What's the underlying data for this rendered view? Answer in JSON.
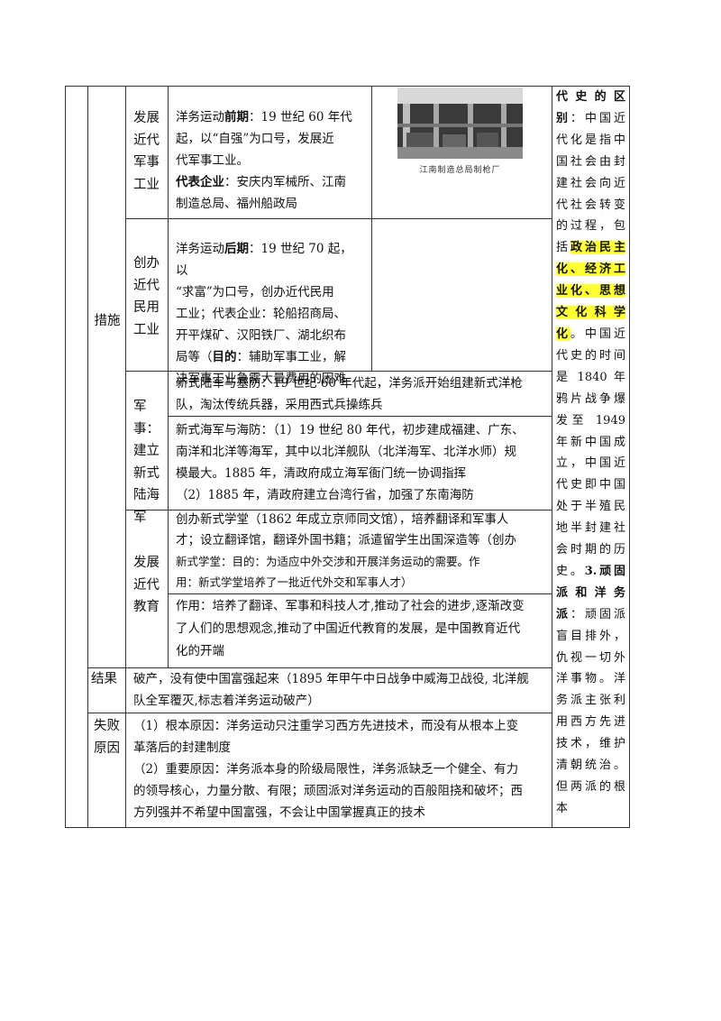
{
  "labels": {
    "measures": "措施",
    "military_industry": "发展近代军事工业",
    "civil_industry": "创办近代民用工业",
    "military": "军事：建立新式陆海军",
    "education": "发展近代教育",
    "result": "结果",
    "failure": "失败原因"
  },
  "military_industry": {
    "l1_a": "洋务运动",
    "l1_b": "前期",
    "l1_c": "：19 世纪 60 年代",
    "l2": "起，以“自强”为口号，发展近",
    "l3": "代军事工业。",
    "l4_a": "代表企业",
    "l4_b": "：安庆内军械所、江南",
    "l5": "制造总局、福州船政局"
  },
  "photo_caption": "江南制造总局制枪厂",
  "civil_industry": {
    "l1_a": "洋务运动",
    "l1_b": "后期",
    "l1_c": "：19 世纪 70 起，以",
    "l2": "“求富”为口号，创办近代民用",
    "l3": "工业；代表企业：轮船招商局、",
    "l4": "开平煤矿、汉阳铁厂、湖北织布",
    "l5_a": "局等（",
    "l5_b": "目的",
    "l5_c": "：辅助军事工业，解",
    "l6": "决军事工业急需大量费用的困难"
  },
  "military": {
    "army_1": "新式陆军与塞防：19 世纪 60 年代起，洋务派开始组建新式洋枪",
    "army_2": "队，淘汰传统兵器，采用西式兵操练兵",
    "navy_1": "新式海军与海防：（1）19 世纪 80 年代，初步建成福建、广东、",
    "navy_2": "南洋和北洋等海军，其中以北洋舰队（北洋海军、北洋水师）规",
    "navy_3": "模最大。1885 年，清政府成立海军衙门统一协调指挥",
    "navy_4": "（2）1885 年，清政府建立台湾行省，加强了东南海防"
  },
  "education": {
    "l1": "创办新式学堂（1862 年成立京师同文馆），培养翻译和军事人",
    "l2": "才；设立翻译馆，翻译外国书籍；派遣留学生出国深造等（创办",
    "l3": "新式学堂：目的：为适应中外交涉和开展洋务运动的需要。作",
    "l4": "用：新式学堂培养了一批近代外交和军事人才）",
    "e1": "作用：培养了翻译、军事和科技人才,推动了社会的进步,逐渐改变",
    "e2": "了人们的思想观念,推动了中国近代教育的发展，是中国教育近代",
    "e3": "化的开端"
  },
  "result": {
    "l1": "破产，没有使中国富强起来（1895 年甲午中日战争中威海卫战役, 北洋舰",
    "l2": "队全军覆灭,标志着洋务运动破产）"
  },
  "failure": {
    "l1": "（1）根本原因：洋务运动只注重学习西方先进技术，而没有从根本上变",
    "l2": "革落后的封建制度",
    "l3": "（2）重要原因：洋务派本身的阶级局限性，洋务派缺乏一个健全、有力",
    "l4": "的领导核心，力量分散、有限；顽固派对洋务运动的百般阻挠和破坏；西",
    "l5": "方列强并不希望中国富强，不会让中国掌握真正的技术"
  },
  "sidebar": {
    "s1": "代史的区别",
    "s2": "：中国近代化是指中国社会由封建社会向近代社会转变的过程，包括",
    "s3": "政治民主化、经济工业化、思想文化科学化",
    "s4": "。中国近代史的时间是 1840 年鸦片战争爆发至 1949 年新中国成立，中国近代史即中国处于半殖民地半封建社会时期的历史。",
    "s5": "3.顽固派和洋务派",
    "s6": "：顽固派盲目排外，仇视一切外洋事物。洋务派主张利用西方先进技术，维护清朝统治。但两派的根本"
  }
}
